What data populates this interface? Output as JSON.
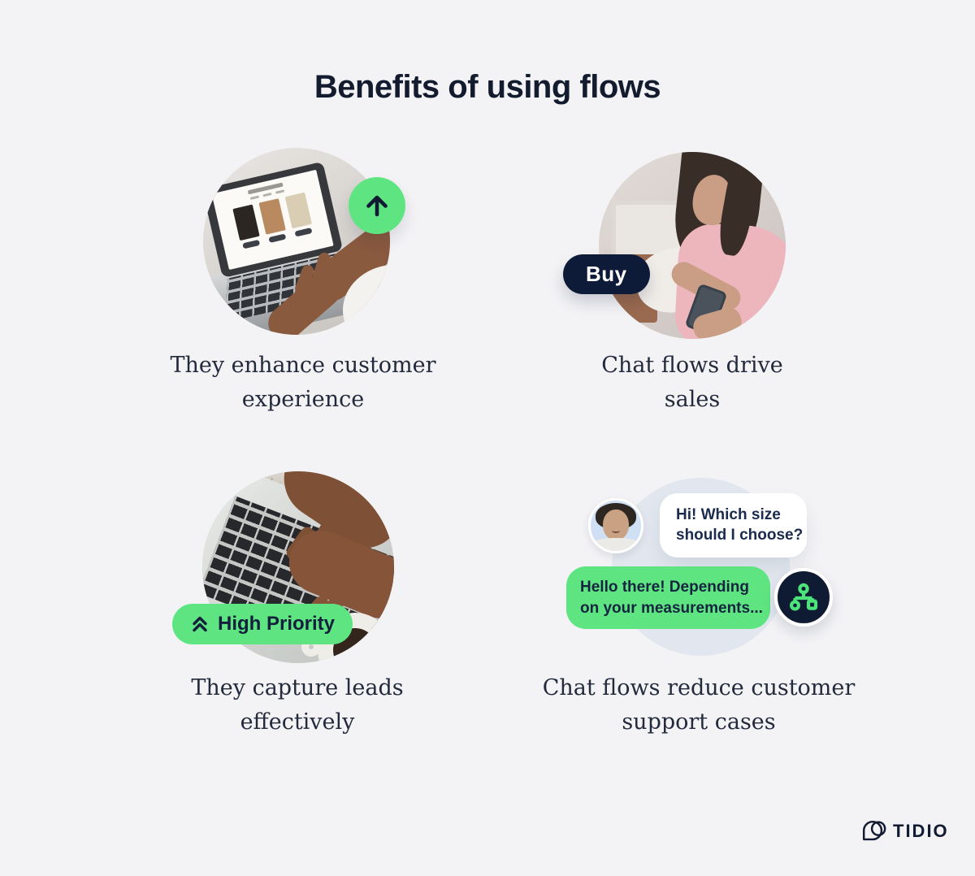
{
  "title": "Benefits of using flows",
  "colors": {
    "background": "#f3f3f6",
    "navy": "#0f1b33",
    "green": "#5ee582",
    "caption": "#222a3c"
  },
  "quadrants": {
    "enhance": {
      "caption_lines": [
        "They enhance customer",
        "experience"
      ],
      "badge_icon": "arrow-up-icon"
    },
    "sales": {
      "caption_lines": [
        "Chat flows drive",
        "sales"
      ],
      "buy_label": "Buy"
    },
    "leads": {
      "caption_lines": [
        "They capture leads",
        "effectively"
      ],
      "priority_label": "High Priority"
    },
    "support": {
      "caption_lines": [
        "Chat flows reduce customer",
        "support cases"
      ],
      "chat": {
        "incoming_lines": [
          "Hi! Which size",
          "should I choose?"
        ],
        "outgoing_lines": [
          "Hello there! Depending",
          "on your measurements..."
        ]
      }
    }
  },
  "footer": {
    "brand": "TIDIO"
  }
}
